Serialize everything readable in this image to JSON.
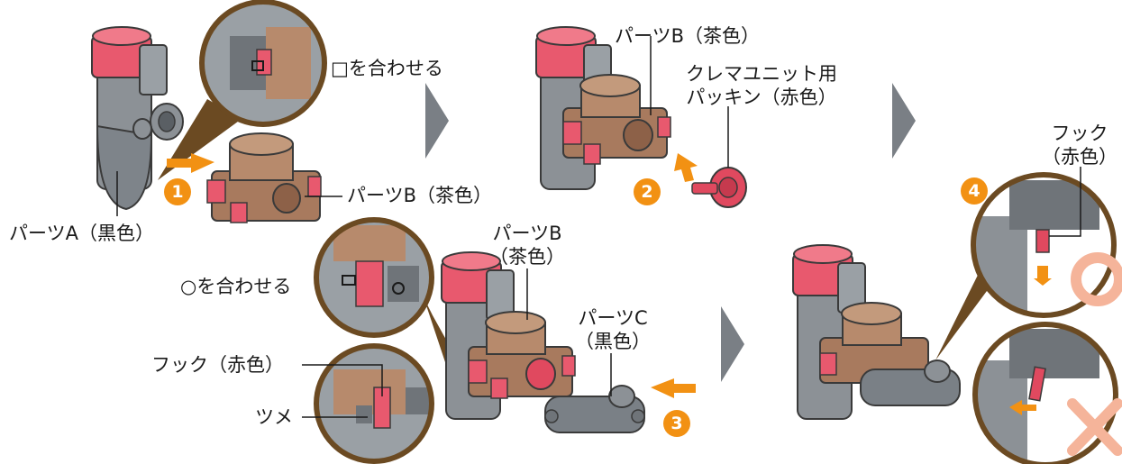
{
  "steps": [
    "1",
    "2",
    "3",
    "4"
  ],
  "labels": {
    "part_a": "パーツA（黒色）",
    "part_b_step1": "パーツB（茶色）",
    "align_square": "□を合わせる",
    "part_b_step2": "パーツB（茶色）",
    "packing_line1": "クレマユニット用",
    "packing_line2": "パッキン（赤色）",
    "part_b_step3_line1": "パーツB",
    "part_b_step3_line2": "（茶色）",
    "align_circle": "○を合わせる",
    "part_c_line1": "パーツC",
    "part_c_line2": "（黒色）",
    "hook_step3": "フック（赤色）",
    "claw": "ツメ",
    "hook_step4_line1": "フック",
    "hook_step4_line2": "（赤色）"
  },
  "colors": {
    "part_a_body": "#8c9196",
    "part_a_cap": "#e8596e",
    "part_b_body": "#a87a5e",
    "packing_red": "#e0495f",
    "step_badge": "#f29113",
    "push_arrow": "#f29113",
    "next_arrow": "#7a7f85",
    "zoom_ring": "#6b4a22",
    "correct_mark": "#f5b49a",
    "wrong_mark": "#f5b49a"
  }
}
